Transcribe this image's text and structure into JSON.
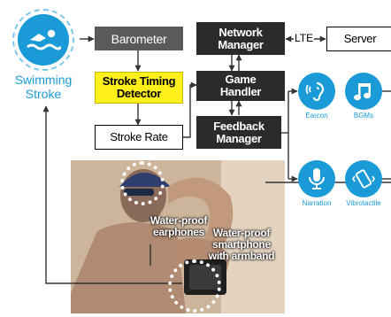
{
  "diagram": {
    "swim_icon": "swimmer-icon",
    "swim_label_line1": "Swimming",
    "swim_label_line2": "Stroke",
    "barometer": "Barometer",
    "stroke_timing_line1": "Stroke Timing",
    "stroke_timing_line2": "Detector",
    "stroke_rate": "Stroke Rate",
    "network_manager_line1": "Network",
    "network_manager_line2": "Manager",
    "lte": "LTE",
    "server": "Server",
    "game_handler_line1": "Game",
    "game_handler_line2": "Handler",
    "feedback_manager_line1": "Feedback",
    "feedback_manager_line2": "Manager",
    "feedback_types": [
      {
        "label": "Earcon",
        "icon": "ear-sound-icon"
      },
      {
        "label": "BGMs",
        "icon": "music-note-icon"
      },
      {
        "label": "Narration",
        "icon": "microphone-icon"
      },
      {
        "label": "Vibrotactile",
        "icon": "vibrating-phone-icon"
      }
    ],
    "photo_labels": {
      "earphones_line1": "Water-proof",
      "earphones_line2": "earphones",
      "phone_line1": "Water-proof",
      "phone_line2": "smartphone",
      "phone_line3": "with armband"
    },
    "colors": {
      "accent_blue": "#1a9ad6",
      "dark_box": "#2b2b2b",
      "grey_box": "#5a5a5a",
      "highlight_yellow": "#ffef1a"
    }
  }
}
